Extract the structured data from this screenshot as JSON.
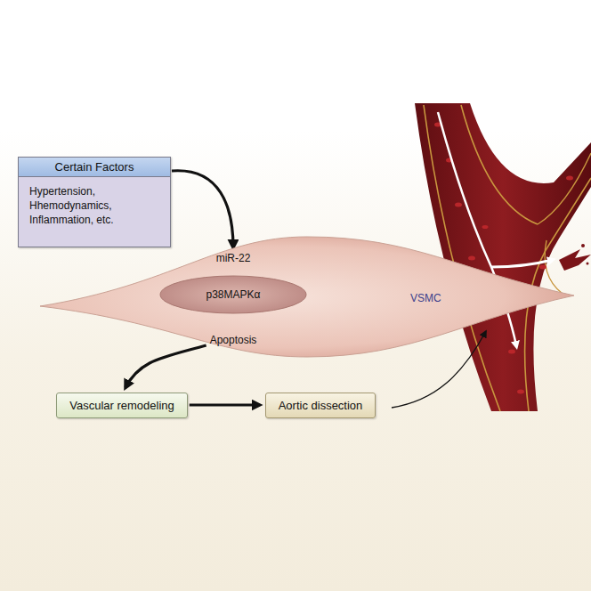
{
  "diagram": {
    "nodes": [
      {
        "text": [
          "Certain Factors",
          "Hypertension, Hhemodynamics, Inflammation, etc."
        ]
      },
      {
        "text": [
          "VSMC"
        ]
      },
      {
        "text": [
          "miR-22"
        ],
        "in": 1
      },
      {
        "text": [
          "p38MAPKα"
        ],
        "in": 1
      },
      {
        "text": [
          "Apoptosis"
        ],
        "in": 1
      },
      {
        "text": [
          "Vascular remodeling"
        ]
      },
      {
        "text": [
          "Aortic dissection"
        ]
      }
    ],
    "edges": [
      {
        "from": 0,
        "to": 2,
        "arrow": "to"
      },
      {
        "from": 2,
        "to": 3,
        "arrow": "to"
      },
      {
        "from": 3,
        "to": 4,
        "arrow": "to"
      },
      {
        "from": 4,
        "to": 5,
        "arrow": "to"
      },
      {
        "from": 5,
        "to": 6,
        "arrow": "to"
      }
    ]
  }
}
